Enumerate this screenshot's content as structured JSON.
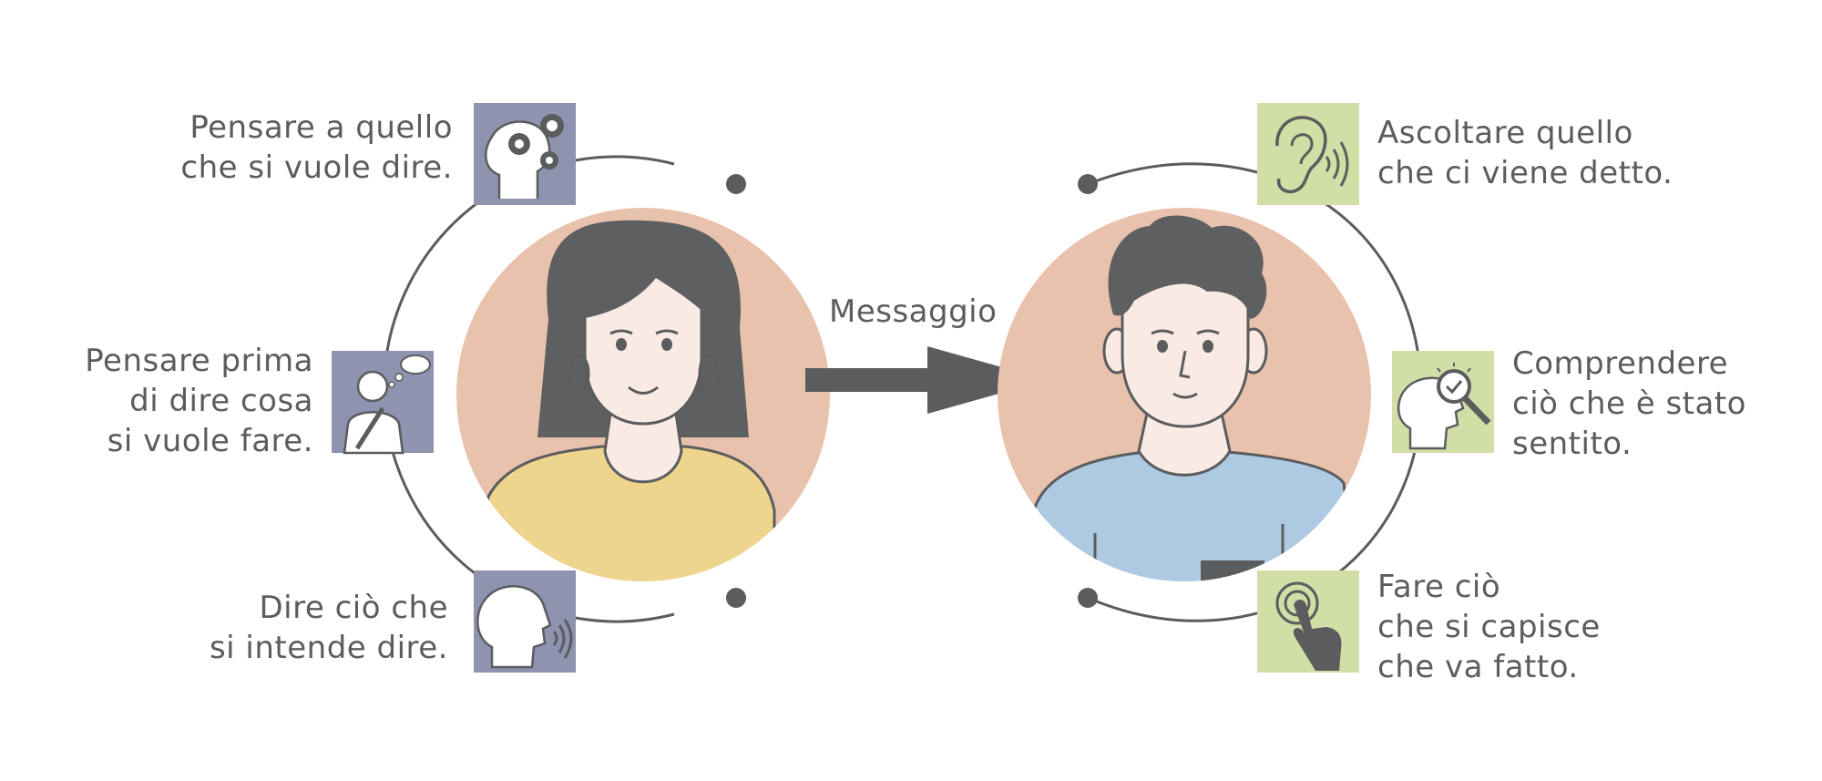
{
  "colors": {
    "text": "#5b5c5e",
    "ring": "#5b5c5e",
    "circle_bg": "#e9c2ad",
    "sender_icon_bg": "#8e93af",
    "receiver_icon_bg": "#d1dfa6",
    "woman_shirt": "#edd58e",
    "man_shirt": "#aecae3",
    "hair": "#5e5f61",
    "skin": "#f9ebe3"
  },
  "arrow_label": "Messaggio",
  "sender": {
    "steps": [
      {
        "icon": "head-gears-icon",
        "lines": [
          "Pensare a quello",
          "che si vuole dire."
        ]
      },
      {
        "icon": "person-thinking-icon",
        "lines": [
          "Pensare prima",
          "di dire cosa",
          "si vuole fare."
        ]
      },
      {
        "icon": "head-speaking-icon",
        "lines": [
          "Dire ciò che",
          "si intende dire."
        ]
      }
    ]
  },
  "receiver": {
    "steps": [
      {
        "icon": "ear-listening-icon",
        "lines": [
          "Ascoltare quello",
          "che ci viene detto."
        ]
      },
      {
        "icon": "head-magnifier-icon",
        "lines": [
          "Comprendere",
          "ciò che è stato",
          "sentito."
        ]
      },
      {
        "icon": "hand-pressing-icon",
        "lines": [
          "Fare ciò",
          "che si capisce",
          "che va fatto."
        ]
      }
    ]
  }
}
